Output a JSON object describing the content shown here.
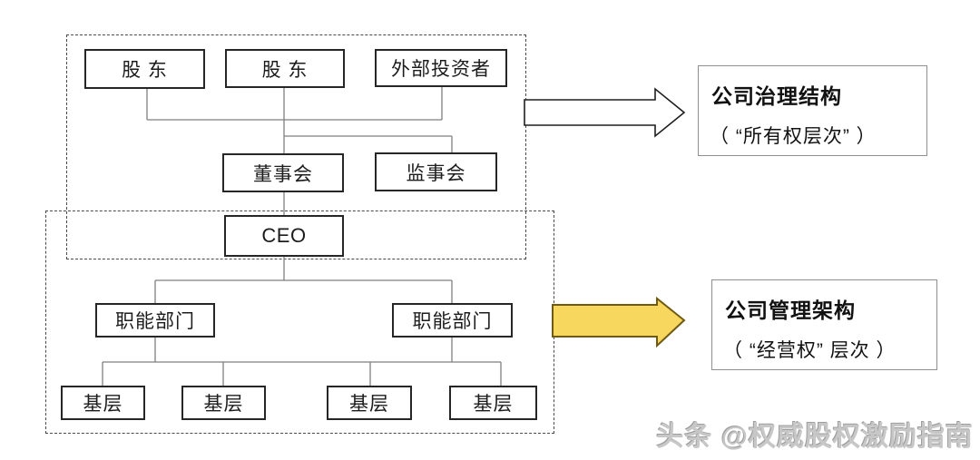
{
  "org_chart": {
    "governance_layer": {
      "nodes": {
        "shareholder_1": "股 东",
        "shareholder_2": "股 东",
        "external_investor": "外部投资者",
        "board_of_directors": "董事会",
        "supervisory_board": "监事会"
      }
    },
    "management_layer": {
      "nodes": {
        "ceo": "CEO",
        "functional_dept_left": "职能部门",
        "functional_dept_right": "职能部门",
        "base_level_1": "基层",
        "base_level_2": "基层",
        "base_level_3": "基层",
        "base_level_4": "基层"
      }
    }
  },
  "annotations": {
    "governance": {
      "title": "公司治理结构",
      "subtitle": "（ “所有权层次”  ）"
    },
    "management": {
      "title": "公司管理架构",
      "subtitle": "（ “经营权” 层次 ）"
    }
  },
  "colors": {
    "white_arrow_fill": "#ffffff",
    "white_arrow_border": "#1f1f1f",
    "yellow_arrow_fill": "#F8D75F",
    "yellow_arrow_border": "#6e5a13",
    "connector_line": "#7f7f7f",
    "node_border": "#262626",
    "dashed_border": "#4a4a4a"
  },
  "watermark": "头条 @权威股权激励指南"
}
